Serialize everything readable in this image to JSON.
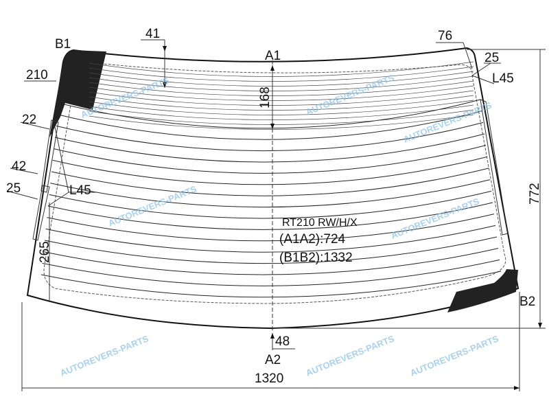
{
  "part_code": "RT210 RW/H/X",
  "a1a2": "(A1A2):724",
  "b1b2": "(B1B2):1332",
  "points": {
    "b1": "B1",
    "b2": "B2",
    "a1": "A1",
    "a2": "A2"
  },
  "dimensions": {
    "top_41": "41",
    "top_168": "168",
    "top_right_76": "76",
    "top_right_25": "25",
    "top_right_l45": "L45",
    "left_210": "210",
    "left_22": "22",
    "left_42": "42",
    "left_25": "25",
    "left_l45": "L45",
    "left_265": "265",
    "height_772": "772",
    "bottom_48": "48",
    "width_1320": "1320"
  },
  "watermark": "AUTOREVERS-PARTS",
  "colors": {
    "line": "#111111",
    "watermark": "#8cc3ea"
  }
}
